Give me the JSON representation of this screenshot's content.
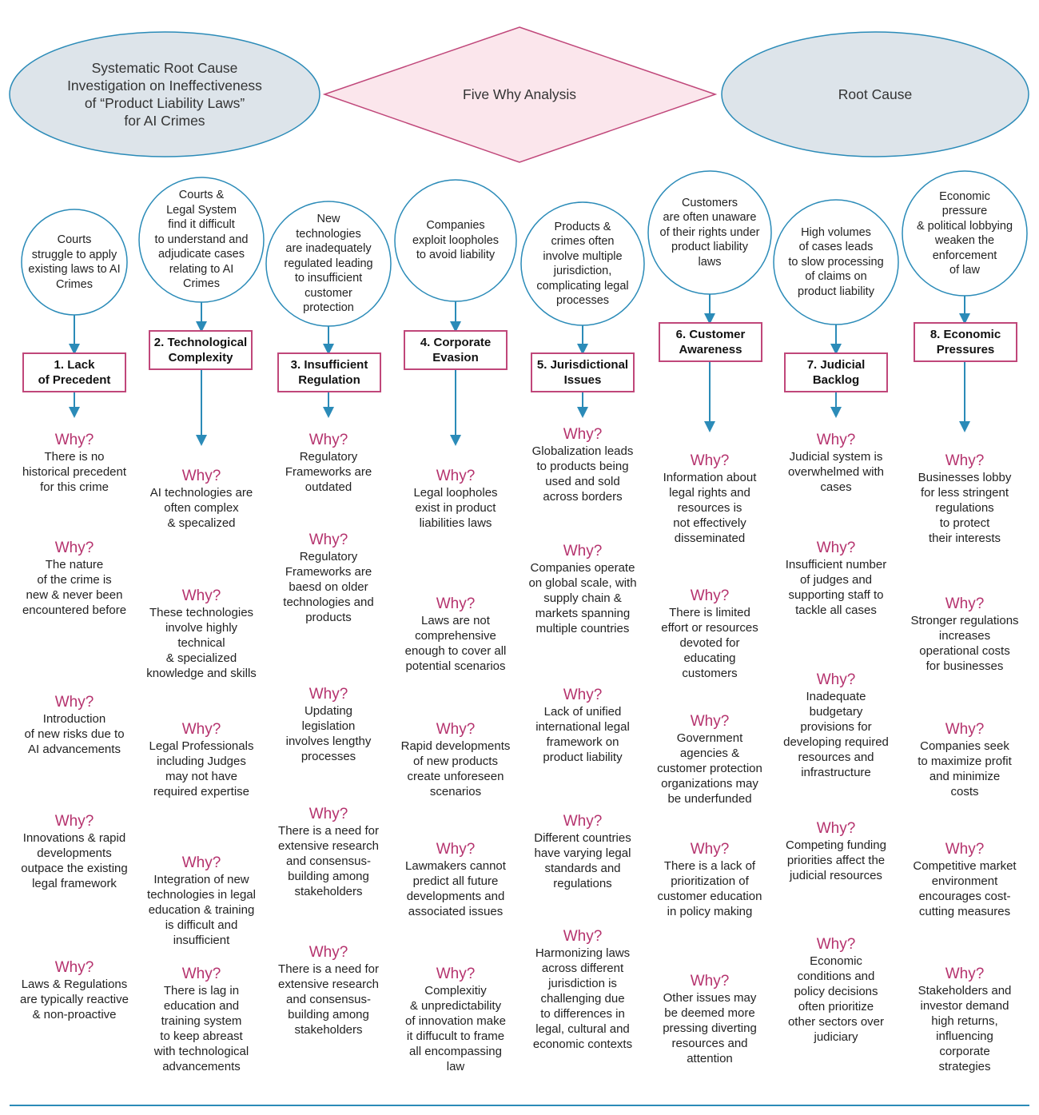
{
  "header": {
    "left_title": "Systematic Root Cause\nInvestigation on Ineffectiveness\nof “Product Liability Laws”\nfor AI Crimes",
    "center_title": "Five Why Analysis",
    "right_title": "Root Cause"
  },
  "why_label": "Why?",
  "colors": {
    "circle_stroke": "#2b8bb8",
    "box_stroke": "#c0477a",
    "why_text": "#b5336e",
    "arrow": "#2b8bb8",
    "ellipse_fill": "#dde4ea",
    "ellipse_stroke": "#2b8bb8",
    "diamond_fill": "#fbe6ec",
    "diamond_stroke": "#c0477a"
  },
  "columns": [
    {
      "circle": "Courts\nstruggle to apply\nexisting laws to AI\nCrimes",
      "box": "1. Lack\nof Precedent",
      "whys": [
        "There is no\nhistorical precedent\nfor this crime",
        "The nature\nof the crime is\nnew & never been\nencountered before",
        "Introduction\nof new risks due to\nAI advancements",
        "Innovations & rapid\ndevelopments\noutpace the existing\nlegal framework",
        "Laws & Regulations\nare typically reactive\n& non-proactive"
      ]
    },
    {
      "circle": "Courts &\nLegal System\nfind it difficult\nto understand and\nadjudicate cases\nrelating to AI\nCrimes",
      "box": "2. Technological\nComplexity",
      "whys": [
        "AI technologies are\noften complex\n& specalized",
        "These technologies\ninvolve highly\ntechnical\n& specialized\nknowledge and skills",
        "Legal Professionals\nincluding Judges\nmay not have\nrequired expertise",
        "Integration of new\ntechnologies in legal\neducation & training\nis difficult and\ninsufficient",
        "There is lag in\neducation and\ntraining system\nto keep abreast\nwith technological\nadvancements"
      ]
    },
    {
      "circle": "New\ntechnologies\nare inadequately\nregulated leading\nto insufficient\ncustomer\nprotection",
      "box": "3. Insufficient\nRegulation",
      "whys": [
        "Regulatory\nFrameworks are\noutdated",
        "Regulatory\nFrameworks are\nbaesd on older\ntechnologies and\nproducts",
        "Updating\nlegislation\ninvolves lengthy\nprocesses",
        "There is a need for\nextensive research\nand consensus-\nbuilding among\nstakeholders",
        "There is a need for\nextensive research\nand consensus-\nbuilding among\nstakeholders"
      ]
    },
    {
      "circle": "Companies\nexploit loopholes\nto avoid liability",
      "box": "4. Corporate\nEvasion",
      "whys": [
        "Legal loopholes\nexist in product\nliabilities laws",
        "Laws are not\ncomprehensive\nenough to cover all\npotential scenarios",
        "Rapid developments\nof new products\ncreate unforeseen\nscenarios",
        "Lawmakers cannot\npredict all future\ndevelopments and\nassociated issues",
        "Complexitiy\n& unpredictability\nof innovation make\nit diffucult to frame\nall encompassing\nlaw"
      ]
    },
    {
      "circle": "Products &\ncrimes often\ninvolve multiple\njurisdiction,\ncomplicating legal\nprocesses",
      "box": "5. Jurisdictional\nIssues",
      "whys": [
        "Globalization leads\nto products being\nused and sold\nacross borders",
        "Companies operate\non global scale, with\nsupply chain &\nmarkets spanning\nmultiple countries",
        "Lack of unified\ninternational legal\nframework on\nproduct liability",
        "Different countries\nhave varying legal\nstandards and\nregulations",
        "Harmonizing laws\nacross different\njurisdiction is\nchallenging due\nto differences in\nlegal, cultural and\neconomic contexts"
      ]
    },
    {
      "circle": "Customers\nare often unaware\nof  their rights under\nproduct liability\nlaws",
      "box": "6. Customer\nAwareness",
      "whys": [
        "Information about\nlegal rights and\nresources is\nnot effectively\ndisseminated",
        "There is limited\neffort or resources\ndevoted for\neducating\ncustomers",
        "Government\nagencies &\ncustomer protection\norganizations may\nbe underfunded",
        "There is a lack of\nprioritization of\ncustomer education\nin policy making",
        "Other issues may\nbe deemed more\npressing diverting\nresources and\nattention"
      ]
    },
    {
      "circle": "High volumes\nof cases leads\nto slow processing\nof claims on\nproduct liability",
      "box": "7. Judicial\nBacklog",
      "whys": [
        "Judicial system is\noverwhelmed with\ncases",
        "Insufficient number\nof judges and\nsupporting staff to\ntackle all cases",
        "Inadequate\nbudgetary\nprovisions for\ndeveloping required\nresources and\ninfrastructure",
        "Competing funding\npriorities affect the\njudicial resources",
        "Economic\nconditions and\npolicy decisions\noften prioritize\nother sectors over\njudiciary"
      ]
    },
    {
      "circle": "Economic\npressure\n& political lobbying\nweaken the\nenforcement\nof law",
      "box": "8. Economic\nPressures",
      "whys": [
        "Businesses lobby\nfor less stringent\nregulations\nto protect\ntheir interests",
        "Stronger regulations\nincreases\noperational costs\nfor businesses",
        "Companies seek\nto maximize profit\nand minimize\ncosts",
        "Competitive market\nenvironment\nencourages cost-\ncutting measures",
        "Stakeholders and\ninvestor demand\nhigh returns,\ninfluencing\ncorporate\nstrategies"
      ]
    }
  ]
}
